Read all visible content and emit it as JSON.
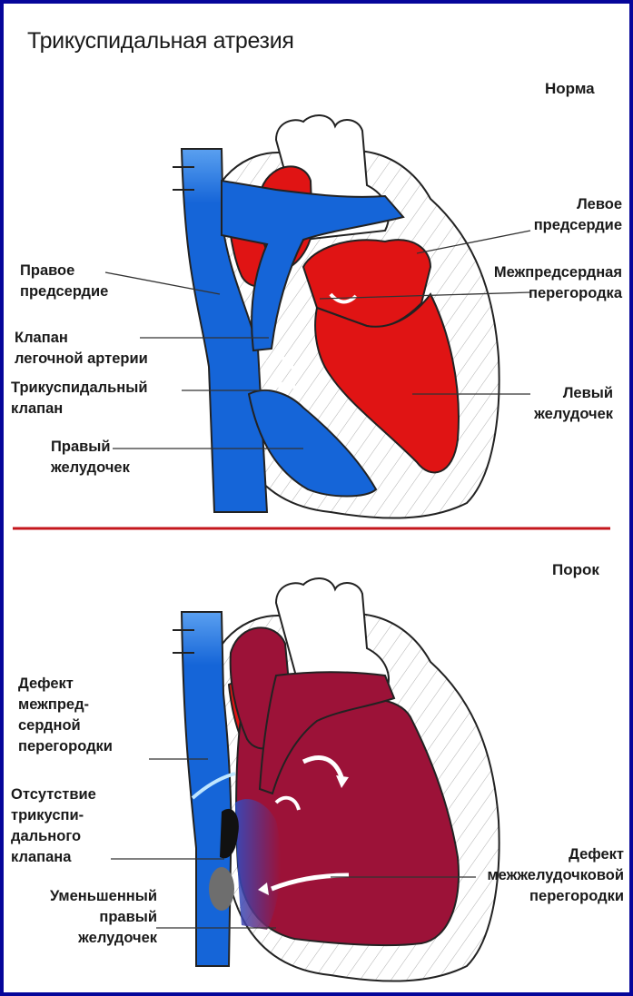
{
  "title": "Трикуспидальная атрезия",
  "normal": {
    "heading": "Норма",
    "labels": {
      "left_atrium": "Левое\nпредсердие",
      "right_atrium": "Правое\nпредсердие",
      "atrial_septum": "Межпредсердная\nперегородка",
      "pulmonary_valve": "Клапан\nлегочной артерии",
      "tricuspid_valve": "Трикуспидальный\nклапан",
      "left_ventricle": "Левый\nжелудочек",
      "right_ventricle": "Правый\nжелудочек"
    }
  },
  "defect": {
    "heading": "Порок",
    "labels": {
      "asd": "Дефект\nмежпред-\nсердной\nперегородки",
      "no_tricuspid": "Отсутствие\nтрикуспи-\nдального\nклапана",
      "vsd": "Дефект\nмежжелудочковой\nперегородки",
      "small_rv": "Уменьшенный\nправый\nжелудочек"
    }
  },
  "colors": {
    "frame": "#06069a",
    "venous": "#1565d8",
    "arterial": "#e01414",
    "mixed": "#9c1238",
    "divider": "#c4161c"
  }
}
